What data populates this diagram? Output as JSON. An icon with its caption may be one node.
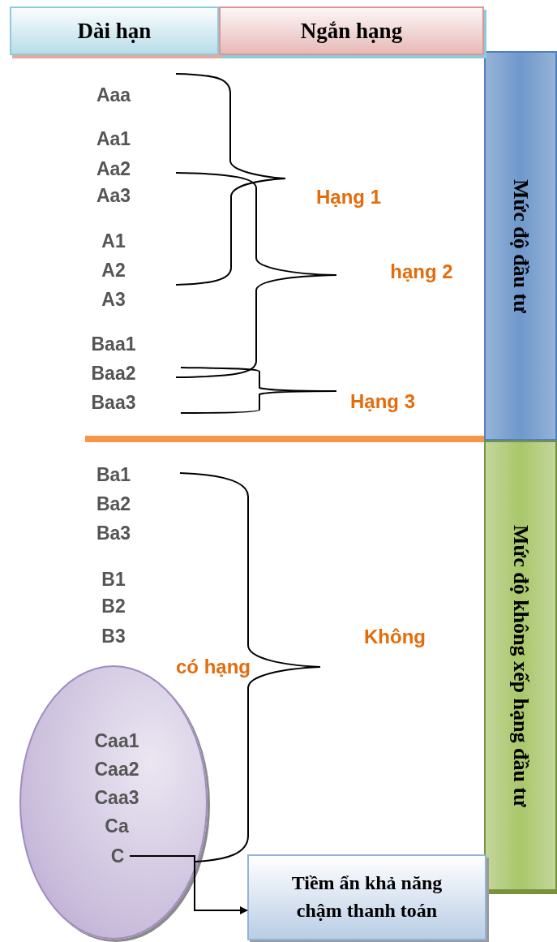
{
  "diagram": {
    "nodes": [
      {
        "text": [
          "Dài hạn"
        ]
      },
      {
        "text": [
          "Ngắn hạng"
        ]
      },
      {
        "text": [
          "Mức độ đầu tư"
        ]
      },
      {
        "text": [
          "Mức độ không xếp hạng đầu tư"
        ]
      },
      {
        "text": [
          "Caa1",
          "Caa2",
          "Caa3",
          "Ca"
        ]
      },
      {
        "text": [
          "C"
        ],
        "in": 4
      },
      {
        "text": [
          "Tiềm ẩn khả năng chậm thanh toán"
        ]
      }
    ],
    "edges": [
      {
        "from": 5,
        "to": 6,
        "arrow": "to"
      }
    ],
    "labels": [
      "Aaa",
      "Aa1",
      "Aa2",
      "Aa3",
      "Hạng 1",
      "A1",
      "hạng 2",
      "A2",
      "A3",
      "Baa1",
      "Baa2",
      "Baa3",
      "Hạng 3",
      "Ba1",
      "Ba2",
      "Ba3",
      "B1",
      "B2",
      "B3",
      "Không",
      "có hạng"
    ]
  }
}
